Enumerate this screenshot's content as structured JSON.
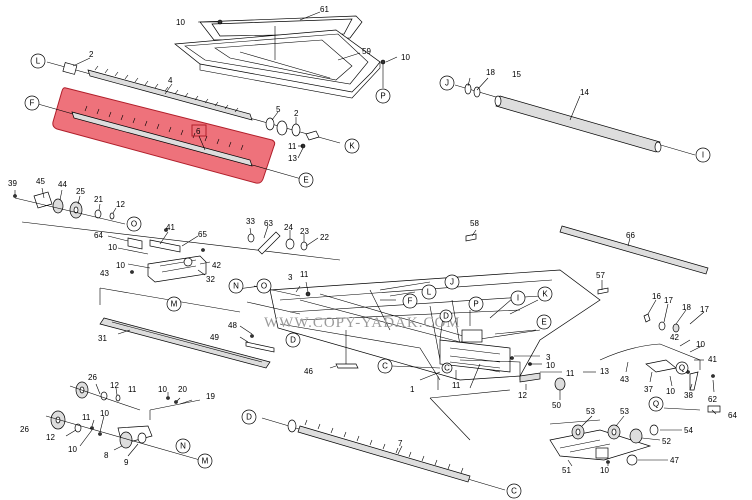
{
  "watermark": "WWW.COPY-YADAK.COM",
  "highlight": {
    "label": "6",
    "color": "#e8434f"
  },
  "callouts": [
    {
      "letter": "L"
    },
    {
      "letter": "F"
    },
    {
      "letter": "K"
    },
    {
      "letter": "E"
    },
    {
      "letter": "J"
    },
    {
      "letter": "P"
    },
    {
      "letter": "I"
    },
    {
      "letter": "O"
    },
    {
      "letter": "M"
    },
    {
      "letter": "N"
    },
    {
      "letter": "D"
    },
    {
      "letter": "C"
    },
    {
      "letter": "O"
    },
    {
      "letter": "J"
    },
    {
      "letter": "L"
    },
    {
      "letter": "F"
    },
    {
      "letter": "P"
    },
    {
      "letter": "I"
    },
    {
      "letter": "K"
    },
    {
      "letter": "E"
    },
    {
      "letter": "D"
    },
    {
      "letter": "C"
    },
    {
      "letter": "Q"
    },
    {
      "letter": "Q"
    },
    {
      "letter": "N"
    },
    {
      "letter": "M"
    },
    {
      "letter": "D"
    },
    {
      "letter": "C"
    }
  ],
  "part_numbers": [
    "61",
    "10",
    "59",
    "10",
    "2",
    "4",
    "5",
    "2",
    "6",
    "11",
    "13",
    "18",
    "15",
    "14",
    "39",
    "45",
    "44",
    "25",
    "21",
    "12",
    "41",
    "64",
    "10",
    "65",
    "42",
    "10",
    "43",
    "32",
    "33",
    "63",
    "24",
    "23",
    "22",
    "58",
    "66",
    "3",
    "11",
    "57",
    "31",
    "48",
    "49",
    "46",
    "1",
    "11",
    "3",
    "10",
    "11",
    "13",
    "12",
    "50",
    "16",
    "17",
    "18",
    "17",
    "42",
    "10",
    "41",
    "43",
    "37",
    "10",
    "38",
    "62",
    "64",
    "26",
    "12",
    "11",
    "10",
    "20",
    "19",
    "26",
    "12",
    "11",
    "10",
    "10",
    "8",
    "9",
    "7",
    "53",
    "53",
    "52",
    "54",
    "51",
    "10",
    "47"
  ]
}
